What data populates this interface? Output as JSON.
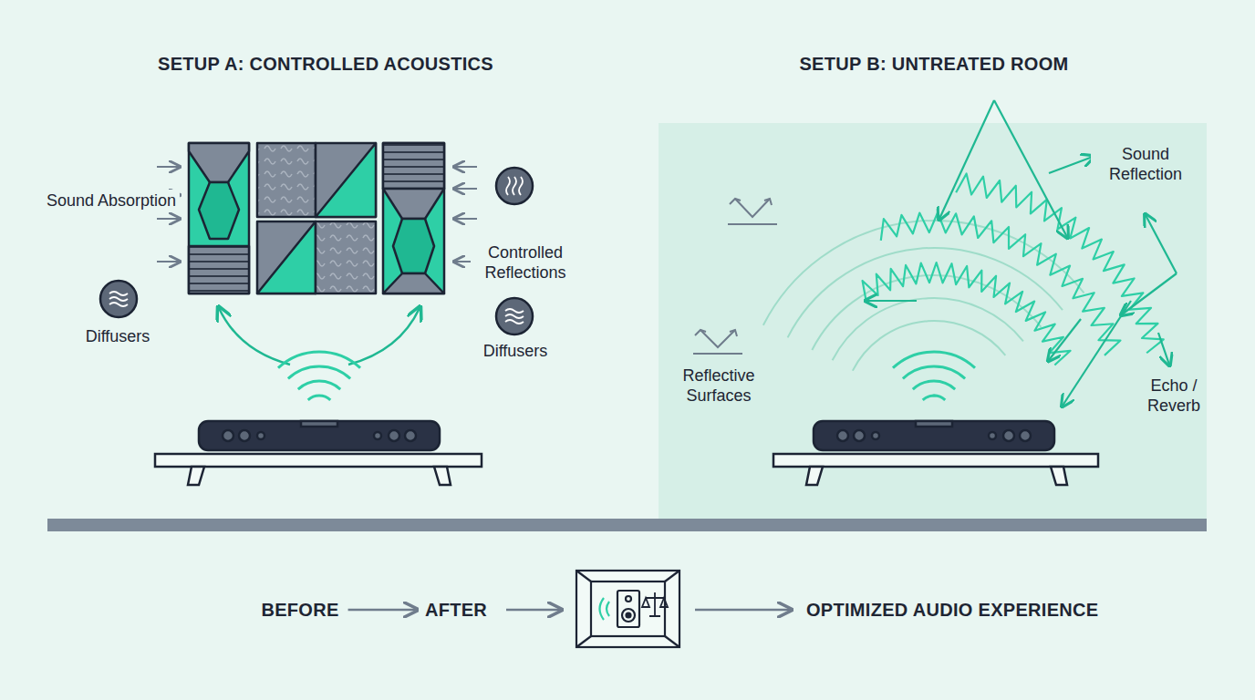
{
  "diagram": {
    "nodes": [
      {
        "text": [
          "BEFORE"
        ]
      },
      {
        "text": [
          "AFTER"
        ]
      },
      {
        "text": [
          "OPTIMIZED AUDIO EXPERIENCE"
        ]
      }
    ],
    "edges": [
      {
        "from": 0,
        "to": 1,
        "arrow": "to"
      }
    ],
    "labels": [
      "SETUP A: CONTROLLED ACOUSTICS",
      "SETUP B: UNTREATED ROOM",
      "Sound Absorption",
      "Diffusers",
      "Controlled Reflections",
      "Diffusers",
      "Sound Reflection",
      "Reflective Surfaces",
      "Echo / Reverb"
    ]
  }
}
